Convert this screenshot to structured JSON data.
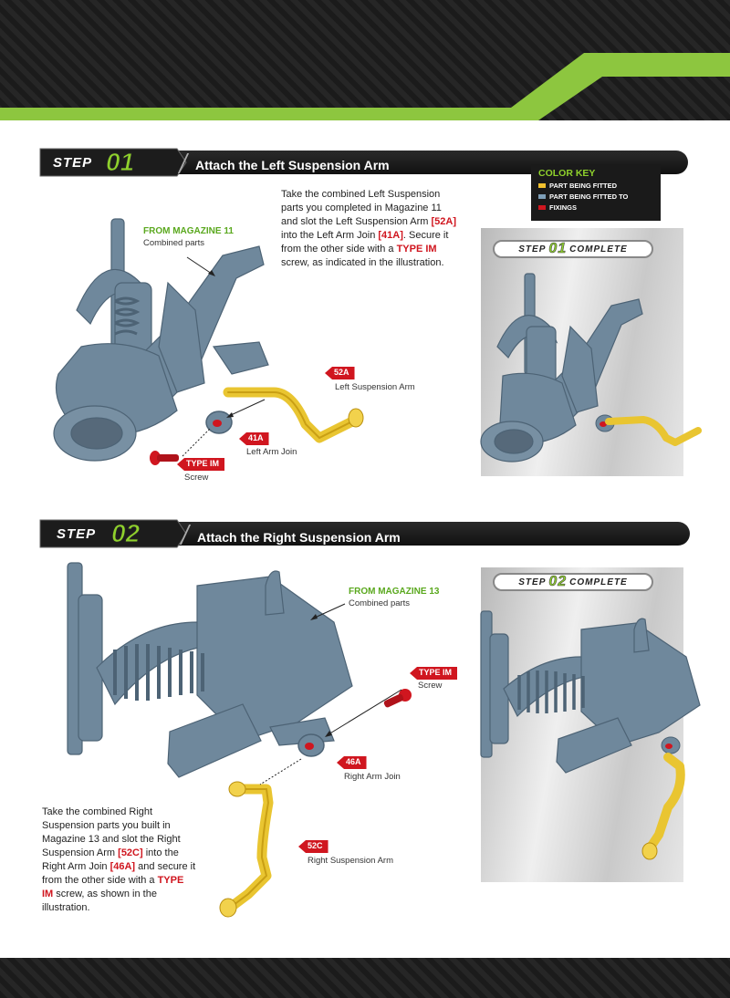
{
  "step1": {
    "step_word": "STEP",
    "step_num": "01",
    "title": "Attach the Left Suspension Arm",
    "text": {
      "p1": "Take the combined Left Suspension parts you completed in Magazine 11 and slot the Left Suspension Arm ",
      "ref1": "[52A]",
      "p2": " into the Left Arm Join ",
      "ref2": "[41A]",
      "p3": ". Secure it from the other side with a ",
      "ref3": "TYPE IM",
      "p4": " screw, as indicated in the illustration."
    },
    "labels": {
      "from": "FROM MAGAZINE 11",
      "from_sub": "Combined parts",
      "arm_tag": "52A",
      "arm_name": "Left Suspension Arm",
      "join_tag": "41A",
      "join_name": "Left Arm Join",
      "screw_tag": "TYPE IM",
      "screw_name": "Screw"
    },
    "complete": {
      "word1": "STEP",
      "num": "01",
      "word2": "COMPLETE"
    }
  },
  "step2": {
    "step_word": "STEP",
    "step_num": "02",
    "title": "Attach the Right Suspension Arm",
    "text": {
      "p1": "Take the combined Right Suspension parts you built in Magazine 13 and slot the Right Suspension Arm ",
      "ref1": "[52C]",
      "p2": " into the Right Arm Join ",
      "ref2": "[46A]",
      "p3": " and secure it from the other side with a ",
      "ref3": "TYPE IM",
      "p4": " screw, as shown in the illustration."
    },
    "labels": {
      "from": "FROM MAGAZINE 13",
      "from_sub": "Combined parts",
      "screw_tag": "TYPE IM",
      "screw_name": "Screw",
      "join_tag": "46A",
      "join_name": "Right Arm Join",
      "arm_tag": "52C",
      "arm_name": "Right Suspension Arm"
    },
    "complete": {
      "word1": "STEP",
      "num": "02",
      "word2": "COMPLETE"
    }
  },
  "color_key": {
    "title": "COLOR KEY",
    "items": [
      {
        "label": "PART BEING FITTED",
        "color": "#f2c12e"
      },
      {
        "label": "PART BEING FITTED TO",
        "color": "#7e9fb8"
      },
      {
        "label": "FIXINGS",
        "color": "#d0161f"
      }
    ]
  },
  "colors": {
    "accent_green": "#8fd12c",
    "fixing_red": "#d0161f",
    "part_yellow": "#e9c531",
    "part_blue": "#6c8499"
  }
}
